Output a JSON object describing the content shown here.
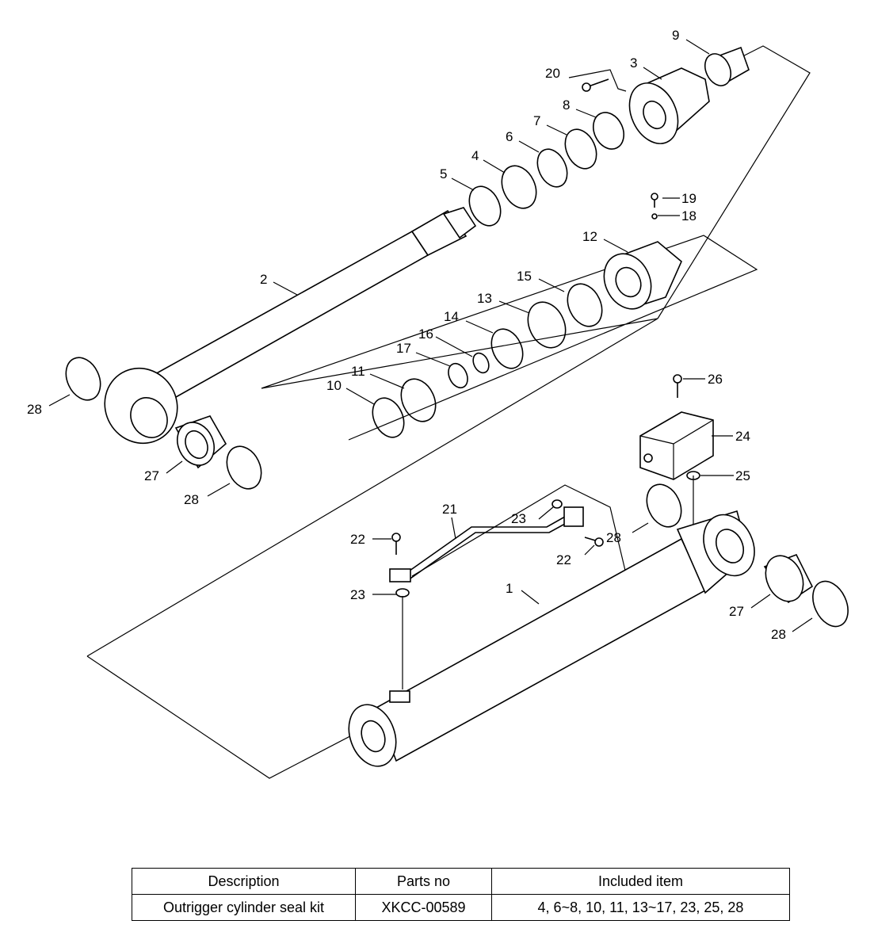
{
  "diagram": {
    "callouts": {
      "c1": "1",
      "c2": "2",
      "c3": "3",
      "c4": "4",
      "c5": "5",
      "c6": "6",
      "c7": "7",
      "c8": "8",
      "c9": "9",
      "c10": "10",
      "c11": "11",
      "c12": "12",
      "c13": "13",
      "c14": "14",
      "c15": "15",
      "c16": "16",
      "c17": "17",
      "c18": "18",
      "c19": "19",
      "c20": "20",
      "c21": "21",
      "c22": "22",
      "c23": "23",
      "c24": "24",
      "c25": "25",
      "c26": "26",
      "c27": "27",
      "c28": "28"
    }
  },
  "table": {
    "headers": [
      "Description",
      "Parts no",
      "Included item"
    ],
    "rows": [
      [
        "Outrigger cylinder seal kit",
        "XKCC-00589",
        "4, 6~8, 10, 11, 13~17, 23, 25, 28"
      ]
    ]
  }
}
